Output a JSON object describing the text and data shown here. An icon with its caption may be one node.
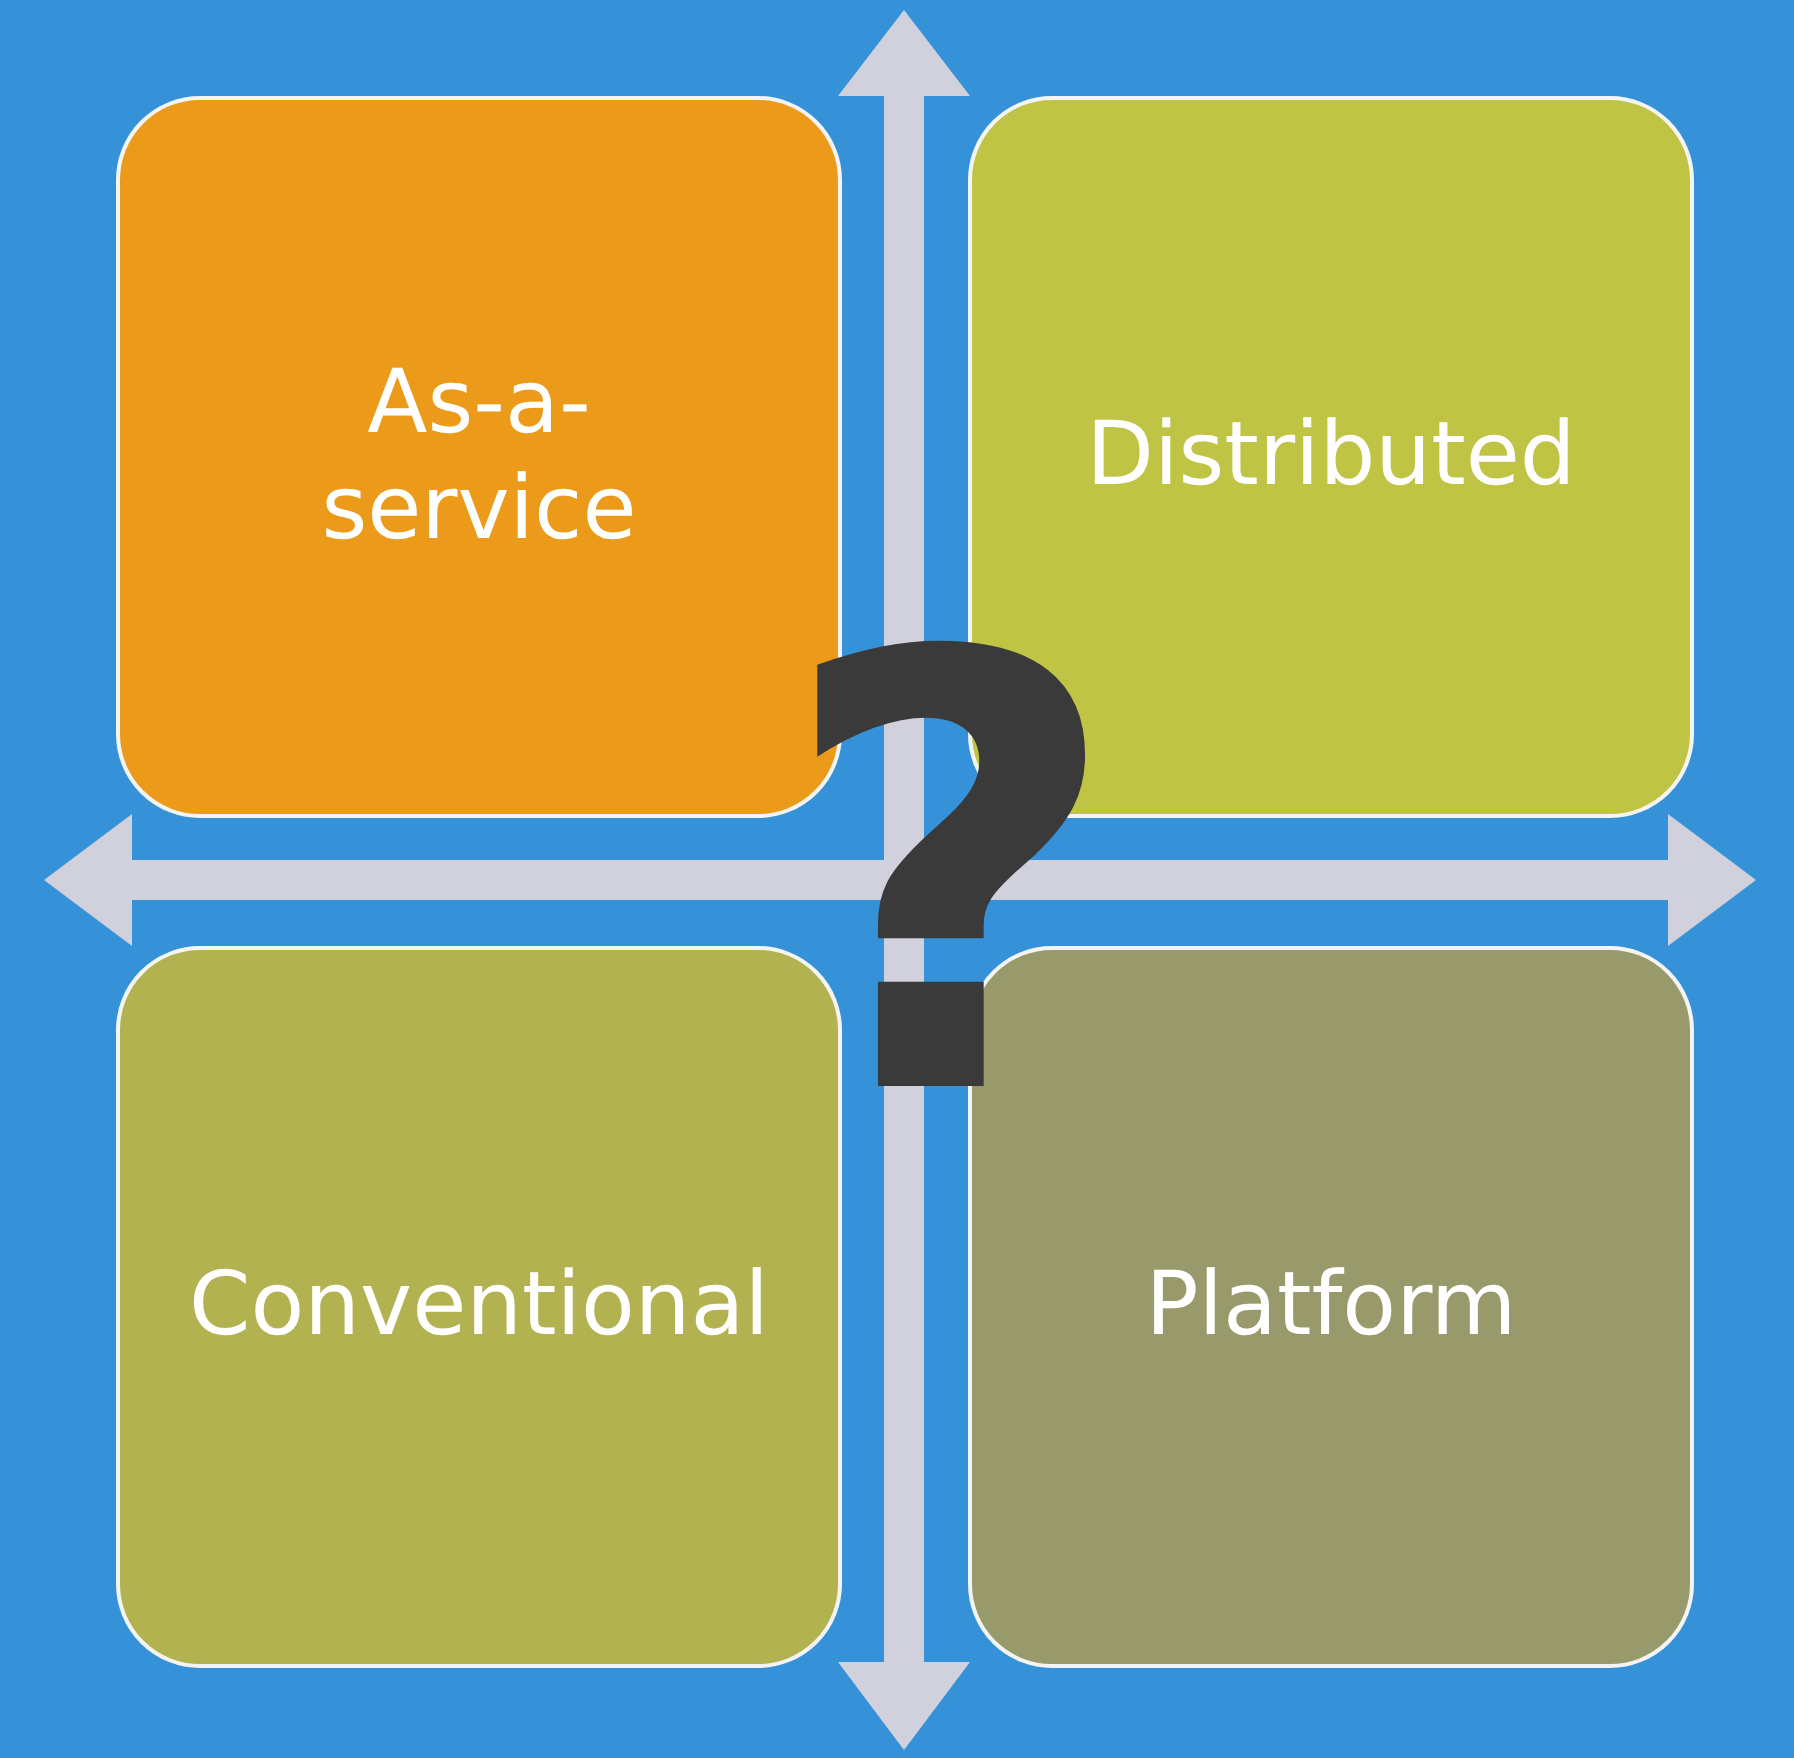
{
  "diagram": {
    "nodes": [
      {
        "text": [
          "As-a-service"
        ]
      },
      {
        "text": [
          "Distributed"
        ]
      },
      {
        "text": [
          "Conventional"
        ]
      },
      {
        "text": [
          "Platform"
        ]
      }
    ],
    "labels": [
      "?"
    ]
  }
}
